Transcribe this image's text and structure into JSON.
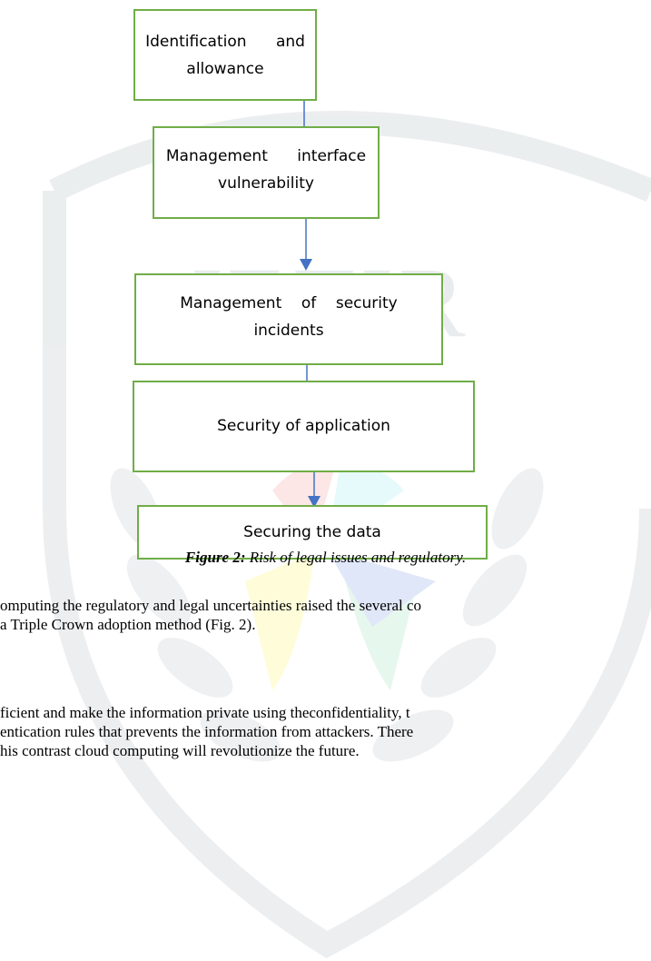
{
  "flowchart": {
    "boxes": [
      {
        "line1": "Identification      and",
        "line2": "allowance"
      },
      {
        "line1": "Management      interface",
        "line2": "vulnerability"
      },
      {
        "line1": "Management    of    security",
        "line2": "incidents"
      },
      {
        "line1": "Security of application",
        "line2": ""
      },
      {
        "line1": "Securing the data",
        "line2": ""
      }
    ]
  },
  "caption": {
    "label": "Figure 2:",
    "text": " Risk of legal issues and regulatory."
  },
  "paragraph1": {
    "line1": "omputing the regulatory and legal uncertainties raised the several co",
    "line2": "a Triple Crown adoption method (Fig. 2)."
  },
  "paragraph2": {
    "line1": "ficient and make the information private using theconfidentiality, t",
    "line2": "entication rules that prevents the information from attackers. There",
    "line3": "his contrast cloud computing will  revolutionize the future."
  },
  "watermark": {
    "text": "JETIR"
  },
  "colors": {
    "box_border": "#70ad47",
    "arrow": "#4472c4"
  }
}
